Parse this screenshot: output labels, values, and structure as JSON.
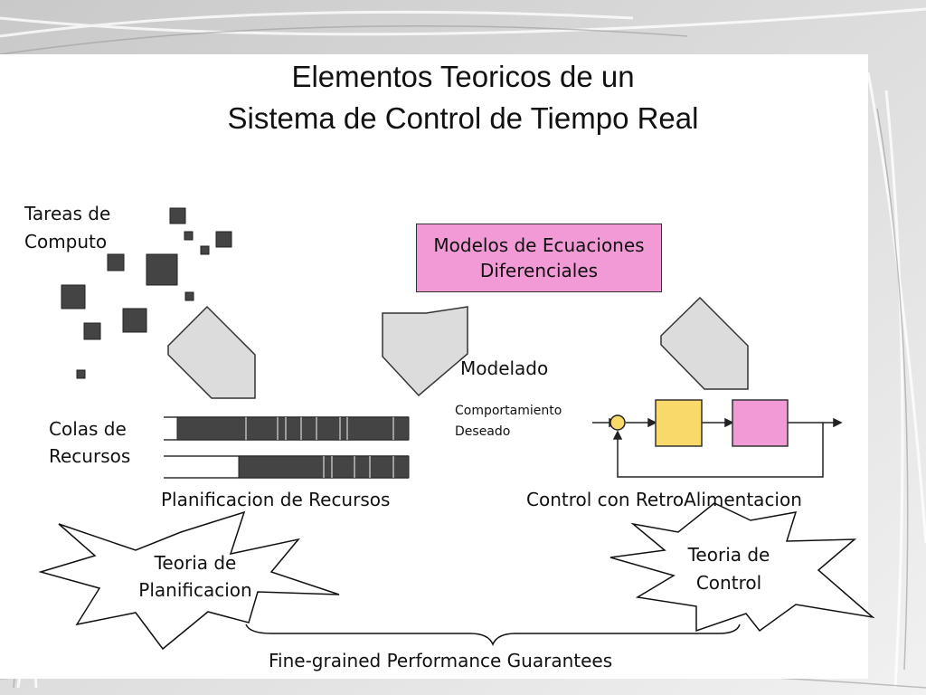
{
  "title": {
    "line1": "Elementos Teoricos de un",
    "line2": "Sistema de Control de Tiempo Real"
  },
  "labels": {
    "tareas_line1": "Tareas de",
    "tareas_line2": "Computo",
    "modelos_line1": "Modelos de Ecuaciones",
    "modelos_line2": "Diferenciales",
    "modelado": "Modelado",
    "colas_line1": "Colas de",
    "colas_line2": "Recursos",
    "comportamiento_line1": "Comportamiento",
    "comportamiento_line2": "Deseado",
    "planificacion_recursos": "Planificacion de Recursos",
    "control_retro": "Control con RetroAlimentacion",
    "teoria_plan_line1": "Teoria de",
    "teoria_plan_line2": "Planificacion",
    "teoria_control_line1": "Teoria de",
    "teoria_control_line2": "Control",
    "guarantees": "Fine-grained Performance Guarantees"
  },
  "colors": {
    "pink": "#f29ad6",
    "yellow": "#f8d96a",
    "task_square": "#444444",
    "arrow_fill": "#dcdcdc"
  }
}
